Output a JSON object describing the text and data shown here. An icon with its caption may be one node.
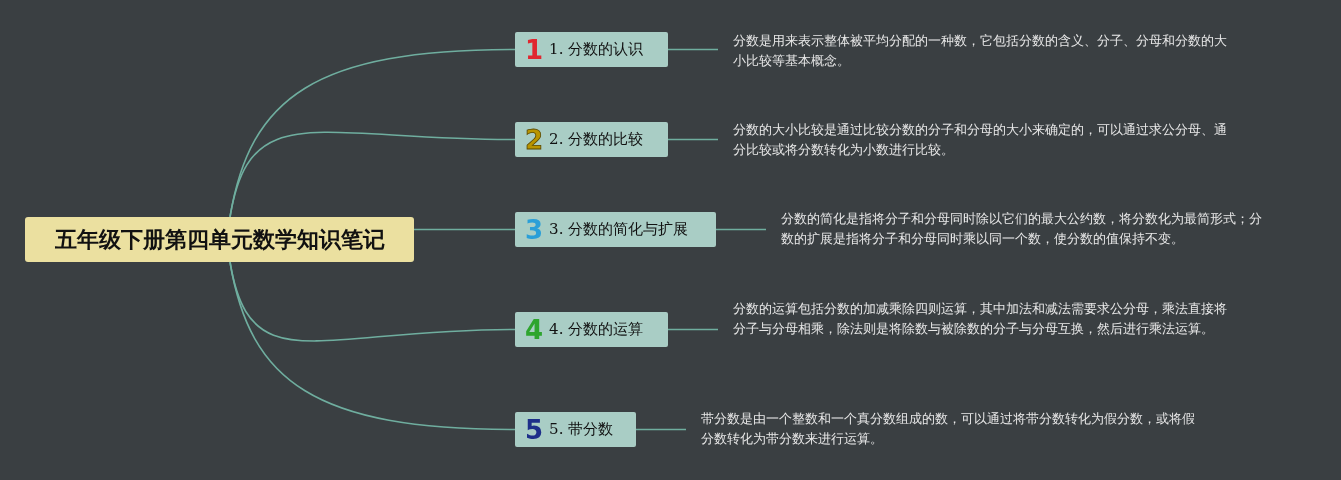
{
  "diagram": {
    "nodes": [
      {
        "text": [
          "五年级下册第四单元数学知识笔记"
        ]
      },
      {
        "text": [
          "1",
          "1. 分数的认识"
        ]
      },
      {
        "text": [
          "2",
          "2. 分数的比较"
        ]
      },
      {
        "text": [
          "3",
          "3. 分数的简化与扩展"
        ]
      },
      {
        "text": [
          "4",
          "4. 分数的运算"
        ]
      },
      {
        "text": [
          "5",
          "5. 带分数"
        ]
      },
      {
        "text": [
          "分数是用来表示整体被平均分配的一种数，它包括分数的含义、分子、分母和分数的大小比较等基本概念。"
        ]
      },
      {
        "text": [
          "分数的大小比较是通过比较分数的分子和分母的大小来确定的，可以通过求公分母、通分比较或将分数转化为小数进行比较。"
        ]
      },
      {
        "text": [
          "分数的简化是指将分子和分母同时除以它们的最大公约数，将分数化为最简形式；分数的扩展是指将分子和分母同时乘以同一个数，使分数的值保持不变。"
        ]
      },
      {
        "text": [
          "分数的运算包括分数的加减乘除四则运算，其中加法和减法需要求公分母，乘法直接将分子与分母相乘，除法则是将除数与被除数的分子与分母互换，然后进行乘法运算。"
        ]
      },
      {
        "text": [
          "带分数是由一个整数和一个真分数组成的数，可以通过将带分数转化为假分数，或将假分数转化为带分数来进行运算。"
        ]
      }
    ],
    "edges": [
      {
        "from": 0,
        "to": 1,
        "arrow": "none"
      },
      {
        "from": 0,
        "to": 2,
        "arrow": "none"
      },
      {
        "from": 0,
        "to": 3,
        "arrow": "none"
      },
      {
        "from": 0,
        "to": 4,
        "arrow": "none"
      },
      {
        "from": 0,
        "to": 5,
        "arrow": "none"
      },
      {
        "from": 1,
        "to": 6,
        "arrow": "none"
      },
      {
        "from": 2,
        "to": 7,
        "arrow": "none"
      },
      {
        "from": 3,
        "to": 8,
        "arrow": "none"
      },
      {
        "from": 4,
        "to": 9,
        "arrow": "none"
      },
      {
        "from": 5,
        "to": 10,
        "arrow": "none"
      }
    ]
  }
}
